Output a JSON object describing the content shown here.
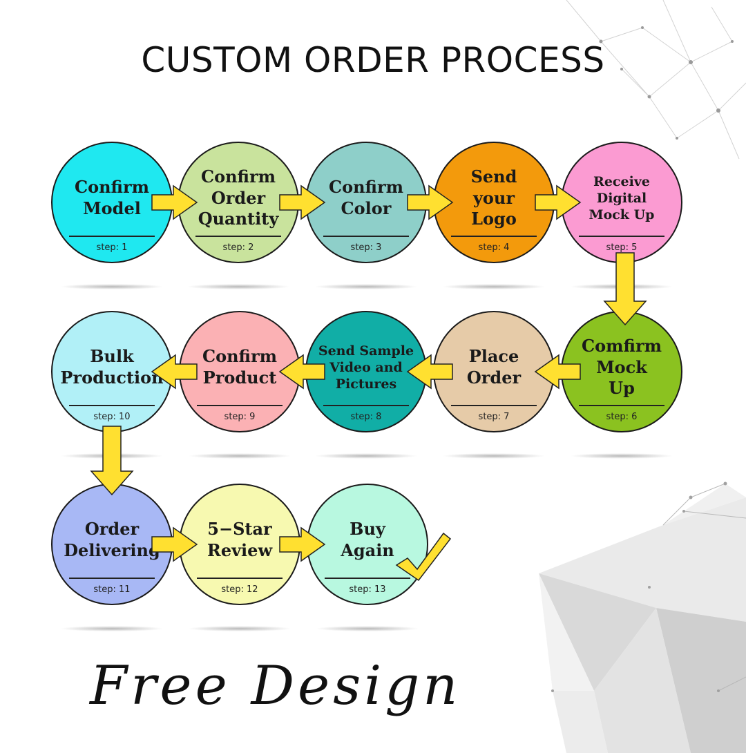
{
  "header": {
    "title": "CUSTOM ORDER PROCESS"
  },
  "steps": [
    {
      "label": "Confirm\nModel",
      "number": "step: 1",
      "color": "#1fe8f0"
    },
    {
      "label": "Confirm\nOrder\nQuantity",
      "number": "step: 2",
      "color": "#c9e39d"
    },
    {
      "label": "Confirm\nColor",
      "number": "step: 3",
      "color": "#8ecfc9"
    },
    {
      "label": "Send\nyour\nLogo",
      "number": "step: 4",
      "color": "#f39a0c"
    },
    {
      "label": "Receive\nDigital\nMock Up",
      "number": "step: 5",
      "color": "#fb9bd2"
    },
    {
      "label": "Comfirm\nMock\nUp",
      "number": "step: 6",
      "color": "#8bc220"
    },
    {
      "label": "Place\nOrder",
      "number": "step: 7",
      "color": "#e6cba8"
    },
    {
      "label": "Send Sample\nVideo and\nPictures",
      "number": "step: 8",
      "color": "#11aea6"
    },
    {
      "label": "Confirm\nProduct",
      "number": "step: 9",
      "color": "#fbb1b4"
    },
    {
      "label": "Bulk\nProduction",
      "number": "step: 10",
      "color": "#b1f0f7"
    },
    {
      "label": "Order\nDelivering",
      "number": "step: 11",
      "color": "#a8b8f5"
    },
    {
      "label": "5−Star\nReview",
      "number": "step: 12",
      "color": "#f7f9b0"
    },
    {
      "label": "Buy\nAgain",
      "number": "step: 13",
      "color": "#b8f8e0"
    }
  ],
  "footer": {
    "text": "Free Design"
  },
  "colors": {
    "arrow_fill": "#ffe030",
    "arrow_stroke": "#222222",
    "check_fill": "#ffe030"
  },
  "icons": {
    "arrow": "arrow-icon",
    "check": "checkmark-icon"
  }
}
